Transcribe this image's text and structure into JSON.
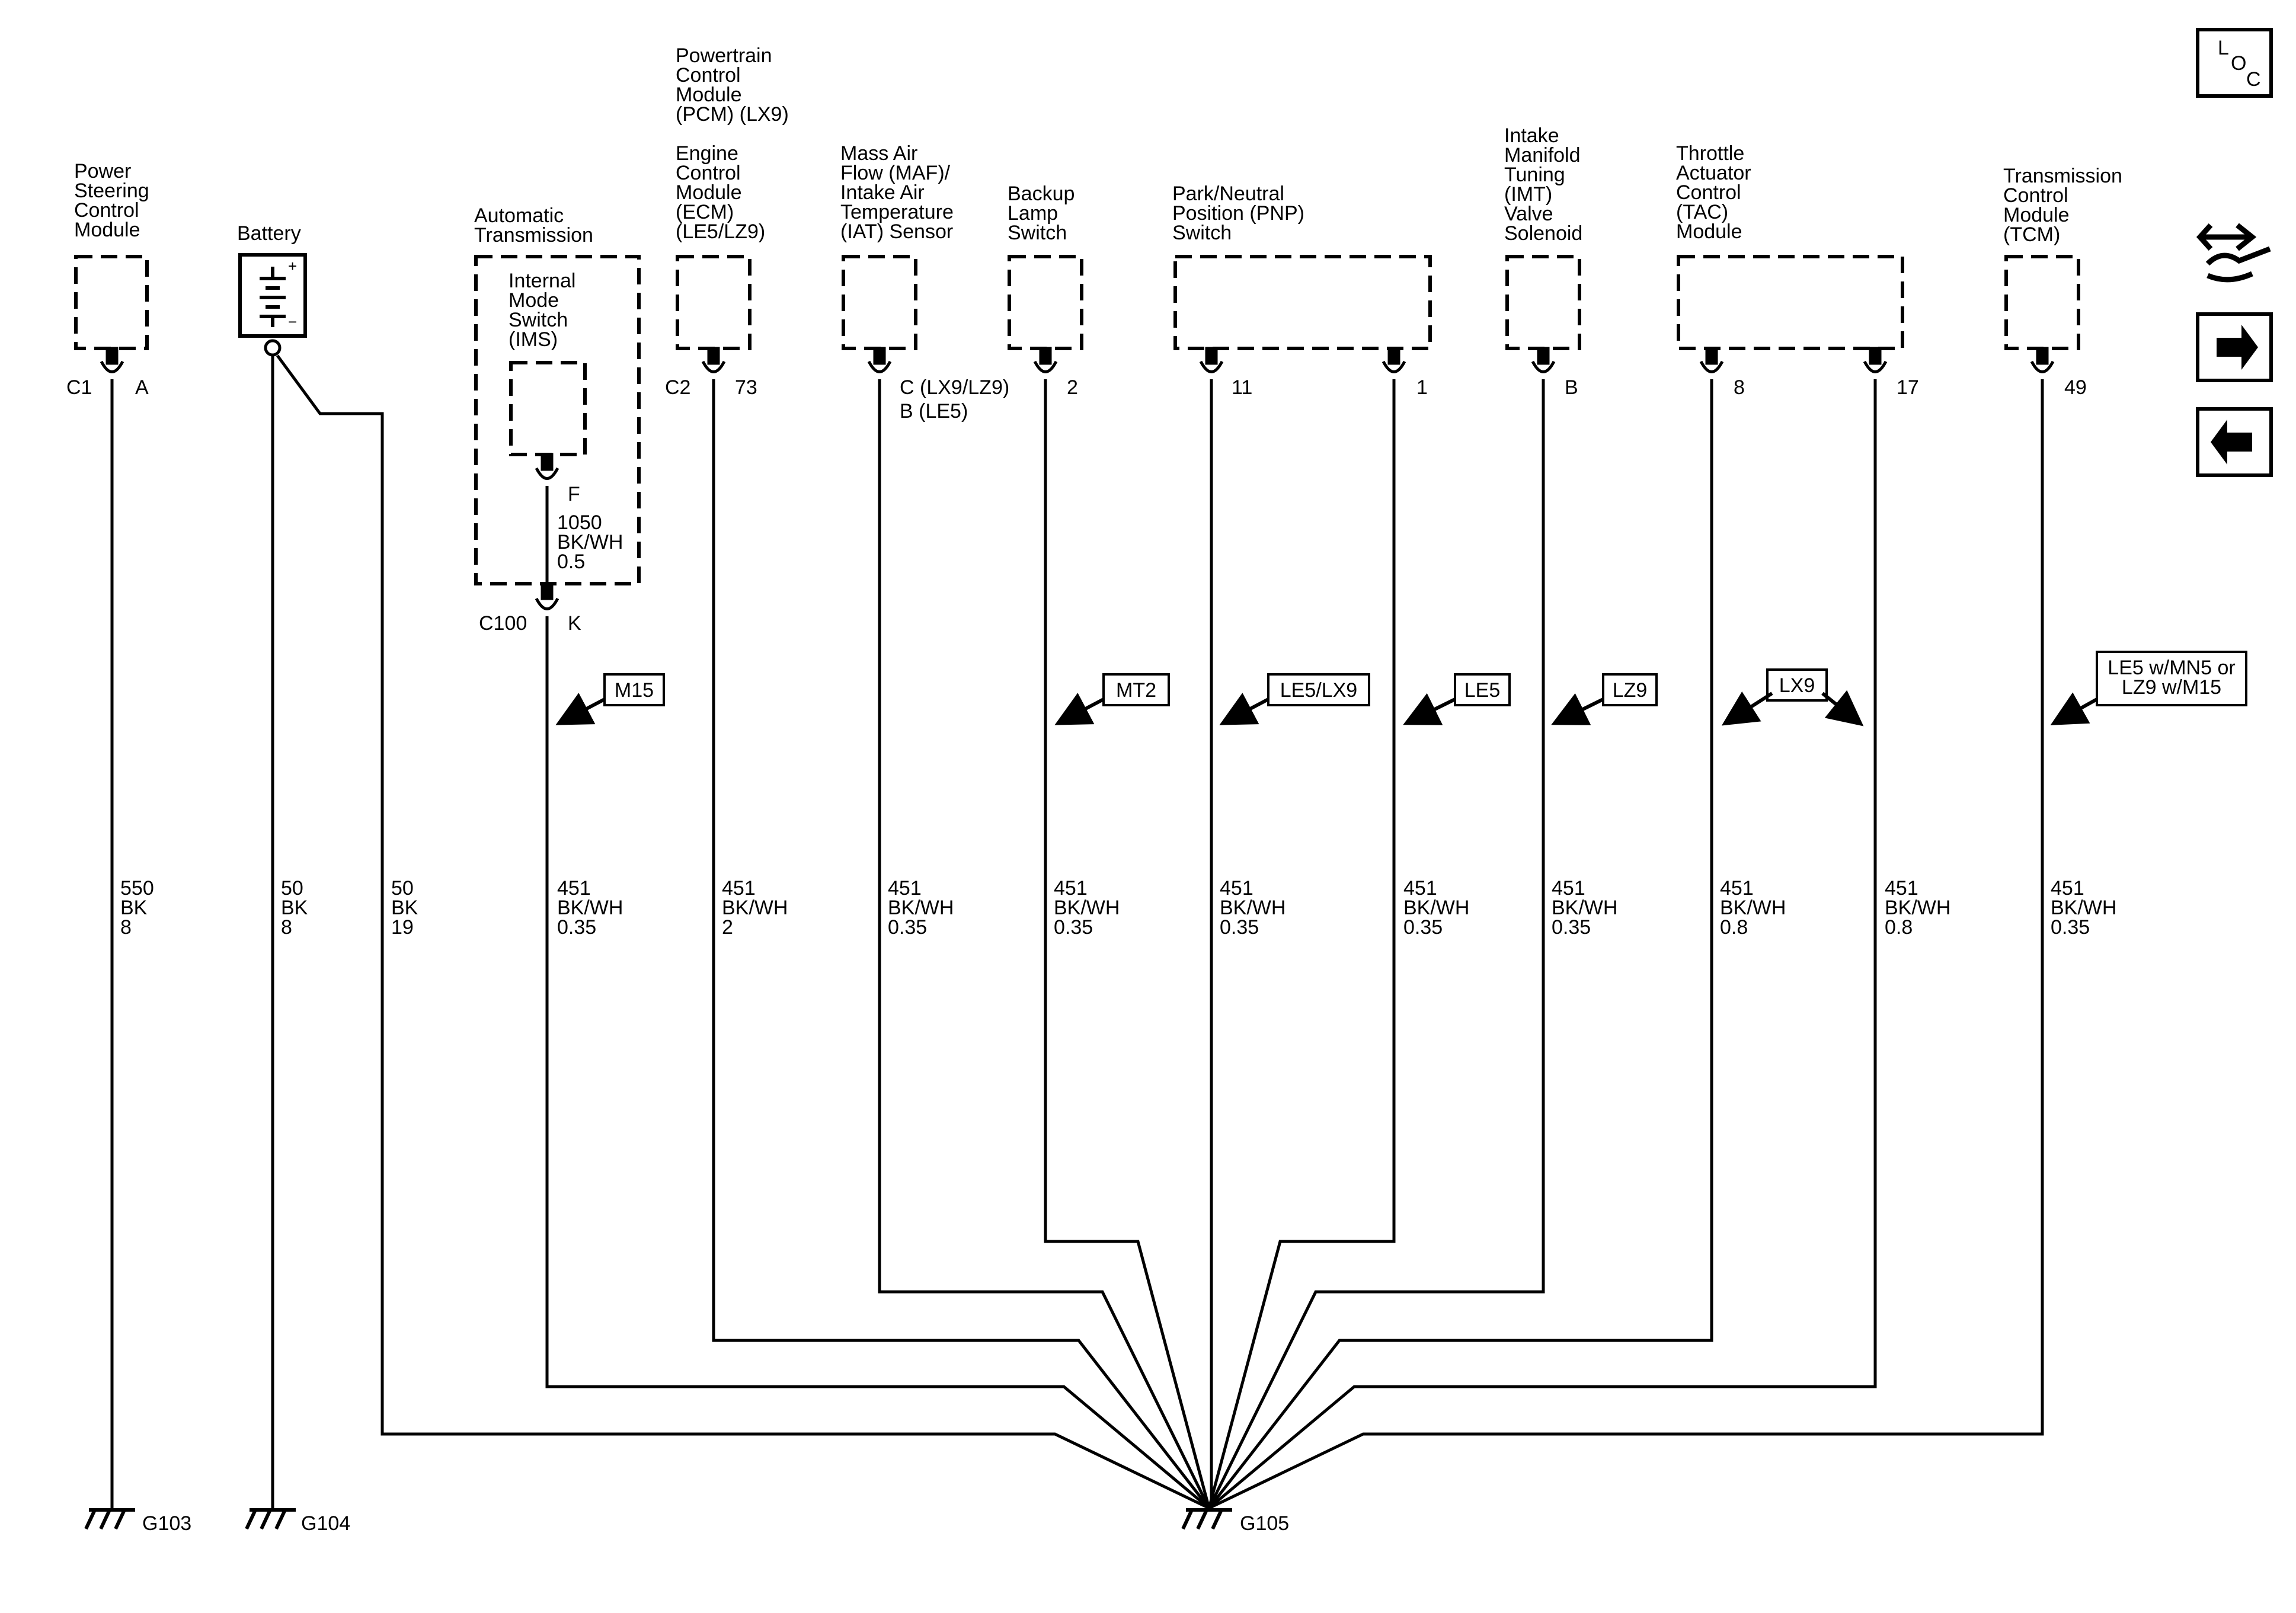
{
  "components": {
    "pscm": [
      "Power",
      "Steering",
      "Control",
      "Module"
    ],
    "battery": [
      "Battery"
    ],
    "trans": [
      "Automatic",
      "Transmission"
    ],
    "ims": [
      "Internal",
      "Mode",
      "Switch",
      "(IMS)"
    ],
    "pcm": [
      "Powertrain",
      "Control",
      "Module",
      "(PCM) (LX9)"
    ],
    "ecm": [
      "Engine",
      "Control",
      "Module",
      "(ECM)",
      "(LE5/LZ9)"
    ],
    "maf": [
      "Mass Air",
      "Flow (MAF)/",
      "Intake Air",
      "Temperature",
      "(IAT) Sensor"
    ],
    "backup": [
      "Backup",
      "Lamp",
      "Switch"
    ],
    "pnp": [
      "Park/Neutral",
      "Position (PNP)",
      "Switch"
    ],
    "imt": [
      "Intake",
      "Manifold",
      "Tuning",
      "(IMT)",
      "Valve",
      "Solenoid"
    ],
    "tac": [
      "Throttle",
      "Actuator",
      "Control",
      "(TAC)",
      "Module"
    ],
    "tcm": [
      "Transmission",
      "Control",
      "Module",
      "(TCM)"
    ]
  },
  "pins": {
    "pscm_conn": "C1",
    "pscm_pin": "A",
    "ims_pin": "F",
    "c100_conn": "C100",
    "c100_pin": "K",
    "ecm_conn": "C2",
    "ecm_pin": "73",
    "maf_pin_1": "C (LX9/LZ9)",
    "maf_pin_2": "B (LE5)",
    "backup_pin": "2",
    "pnp_pin_a": "11",
    "pnp_pin_b": "1",
    "imt_pin": "B",
    "tac_pin_a": "8",
    "tac_pin_b": "17",
    "tcm_pin": "49"
  },
  "wires": {
    "pscm": [
      "550",
      "BK",
      "8"
    ],
    "bat_a": [
      "50",
      "BK",
      "8"
    ],
    "bat_b": [
      "50",
      "BK",
      "19"
    ],
    "ims": [
      "1050",
      "BK/WH",
      "0.5"
    ],
    "trans": [
      "451",
      "BK/WH",
      "0.35"
    ],
    "ecm": [
      "451",
      "BK/WH",
      "2"
    ],
    "maf": [
      "451",
      "BK/WH",
      "0.35"
    ],
    "backup": [
      "451",
      "BK/WH",
      "0.35"
    ],
    "pnp_a": [
      "451",
      "BK/WH",
      "0.35"
    ],
    "pnp_b": [
      "451",
      "BK/WH",
      "0.35"
    ],
    "imt": [
      "451",
      "BK/WH",
      "0.35"
    ],
    "tac_a": [
      "451",
      "BK/WH",
      "0.8"
    ],
    "tac_b": [
      "451",
      "BK/WH",
      "0.8"
    ],
    "tcm": [
      "451",
      "BK/WH",
      "0.35"
    ]
  },
  "options": {
    "m15": [
      "M15"
    ],
    "mt2": [
      "MT2"
    ],
    "le5lx9": [
      "LE5/LX9"
    ],
    "le5": [
      "LE5"
    ],
    "lz9": [
      "LZ9"
    ],
    "lx9": [
      "LX9"
    ],
    "tcm": [
      "LE5 w/MN5 or",
      "LZ9 w/M15"
    ]
  },
  "grounds": {
    "g103": "G103",
    "g104": "G104",
    "g105": "G105"
  },
  "side_panel": {
    "loc_letters": [
      "L",
      "O",
      "C"
    ],
    "icons": [
      "loc-icon",
      "connector-tool-icon",
      "next-arrow-icon",
      "previous-arrow-icon"
    ]
  }
}
